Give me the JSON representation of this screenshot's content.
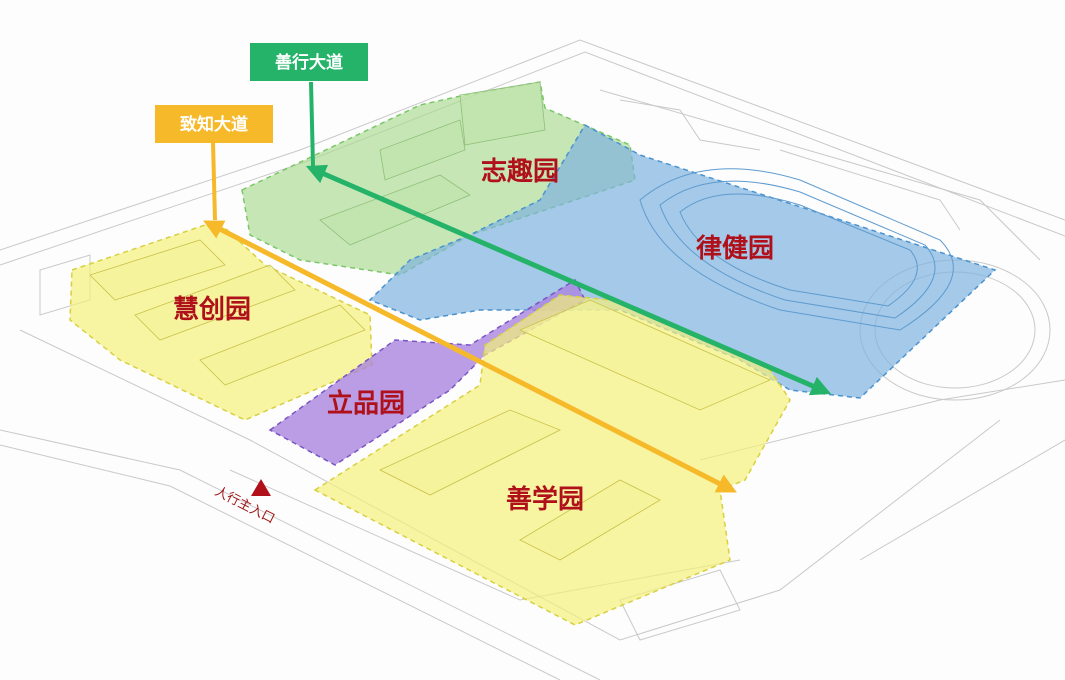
{
  "colors": {
    "zhiqu": "#a9dc8f",
    "lvjian": "#7fb2de",
    "huichuang": "#f3f07a",
    "lipin": "#a985de",
    "shanxue": "#f3f07a",
    "shanxing_road": "#25b36a",
    "zhizhi_road": "#f6b92a",
    "entrance": "#b0101a"
  },
  "zones": {
    "zhiqu": "志趣园",
    "lvjian": "律健园",
    "huichuang": "慧创园",
    "lipin": "立品园",
    "shanxue": "善学园"
  },
  "roads": {
    "shanxing": "善行大道",
    "zhizhi": "致知大道"
  },
  "entrance": {
    "label": "人行主入口"
  }
}
